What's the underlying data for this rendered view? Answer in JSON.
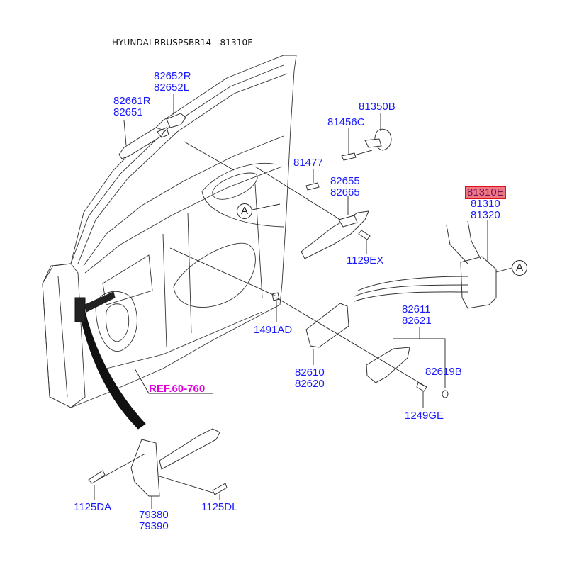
{
  "header": {
    "title": "HYUNDAI RRUSPSBR14 - 81310E"
  },
  "colors": {
    "label": "#1a1aff",
    "highlight_bg": "#f07a82",
    "highlight_border": "#e0101a",
    "reference": "#e000e0",
    "line": "#222222"
  },
  "labels": {
    "p82652": [
      "82652R",
      "82652L"
    ],
    "p82661": [
      "82661R",
      "82651"
    ],
    "p81350b": "81350B",
    "p81456c": "81456C",
    "p81477": "81477",
    "p82655": [
      "82655",
      "82665"
    ],
    "p1129ex": "1129EX",
    "p81310e": "81310E",
    "p81310": [
      "81310",
      "81320"
    ],
    "p1491ad": "1491AD",
    "p82611": [
      "82611",
      "82621"
    ],
    "p82610": [
      "82610",
      "82620"
    ],
    "p82619b": "82619B",
    "p1249ge": "1249GE",
    "p1125da": "1125DA",
    "p79380": [
      "79380",
      "79390"
    ],
    "p1125dl": "1125DL"
  },
  "highlighted_part": "81310E",
  "reference": "REF.60-760",
  "callouts": {
    "left": "A",
    "right": "A"
  }
}
